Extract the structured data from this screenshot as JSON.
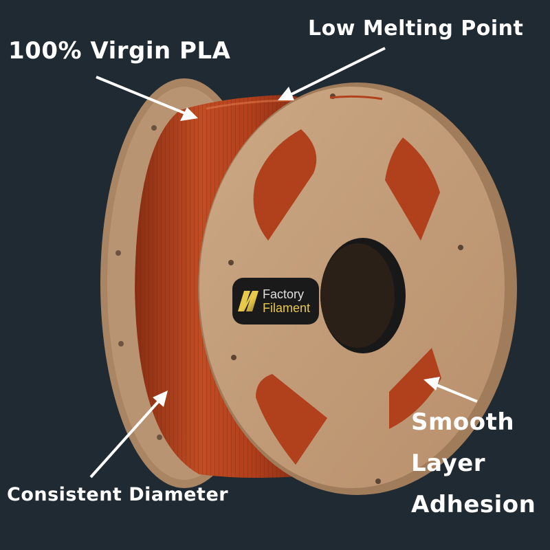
{
  "callouts": {
    "virgin_pla": "100% Virgin PLA",
    "low_melting_point": "Low Melting Point",
    "consistent_diameter": "Consistent Diameter",
    "smooth_layer_adhesion": [
      "Smooth",
      "Layer",
      "Adhesion"
    ]
  },
  "label_sticker": {
    "line1": "Factory",
    "line2": "Filament"
  },
  "colors": {
    "background": "#1f2a33",
    "filament": "#b8431d",
    "cardboard": "#c59f7c",
    "logo_yellow": "#e8c94a",
    "text": "#ffffff"
  }
}
